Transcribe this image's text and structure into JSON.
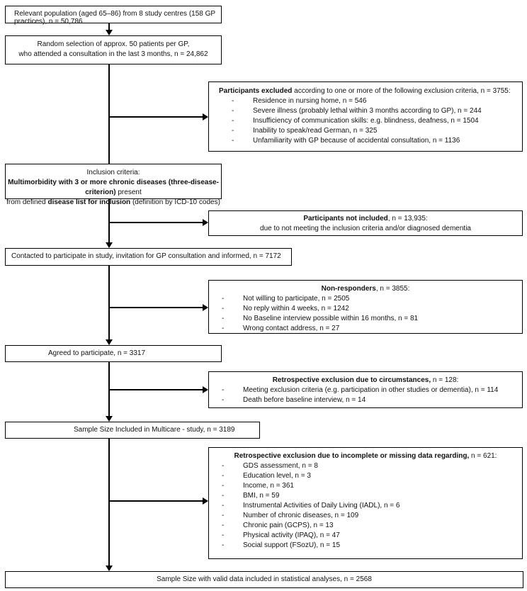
{
  "boxes": {
    "b1": "Relevant population (aged 65–86) from 8 study centres (158 GP practices), n = 50,786",
    "b2_line1": "Random selection of approx. 50 patients per GP,",
    "b2_line2": "who attended a consultation in the last 3 months, n = 24,862",
    "ex1_title_bold": "Participants excluded",
    "ex1_title_rest": " according to one or more of the following exclusion criteria, n = 3755:",
    "ex1_items": [
      "Residence in nursing home, n = 546",
      "Severe illness (probably lethal within 3 months according to GP), n = 244",
      "Insufficiency of communication skills: e.g. blindness, deafness, n = 1504",
      "Inability to speak/read German, n = 325",
      "Unfamiliarity with GP because of accidental consultation, n = 1136"
    ],
    "b3_line1": "Inclusion criteria:",
    "b3_line2_bold": "Multimorbidity with 3 or more chronic diseases (three-disease-criterion)",
    "b3_line2_rest": " present",
    "b3_line3_pre": "from defined ",
    "b3_line3_bold": "disease list for inclusion",
    "b3_line3_rest": " (definition by ICD-10 codes)",
    "ex2_bold": "Participants not included",
    "ex2_rest": ", n = 13,935:",
    "ex2_line2": "due to not meeting the inclusion criteria and/or diagnosed dementia",
    "b4": "Contacted to participate in study, invitation for GP consultation and informed, n = 7172",
    "ex3_bold": "Non-responders",
    "ex3_rest": ", n = 3855:",
    "ex3_items": [
      "Not willing to participate, n = 2505",
      "No reply within 4 weeks, n = 1242",
      "No Baseline interview possible within 16 months, n = 81",
      "Wrong contact address, n = 27"
    ],
    "b5": "Agreed to participate, n = 3317",
    "ex4_bold": "Retrospective exclusion due to circumstances,",
    "ex4_rest": " n = 128:",
    "ex4_items": [
      "Meeting exclusion criteria (e.g. participation in other studies or dementia), n = 114",
      "Death before baseline interview, n = 14"
    ],
    "b6": "Sample Size Included in Multicare - study, n = 3189",
    "ex5_bold": "Retrospective exclusion due to incomplete or missing data regarding,",
    "ex5_rest": " n = 621:",
    "ex5_items": [
      "GDS assessment, n = 8",
      "Education level, n = 3",
      "Income, n = 361",
      "BMI, n = 59",
      "Instrumental Activities of Daily Living (IADL), n = 6",
      "Number of chronic diseases, n = 109",
      "Chronic pain (GCPS), n = 13",
      "Physical activity (IPAQ), n = 47",
      "Social support (FSozU), n = 15"
    ],
    "b7": "Sample Size with valid data included in statistical analyses, n = 2568"
  }
}
